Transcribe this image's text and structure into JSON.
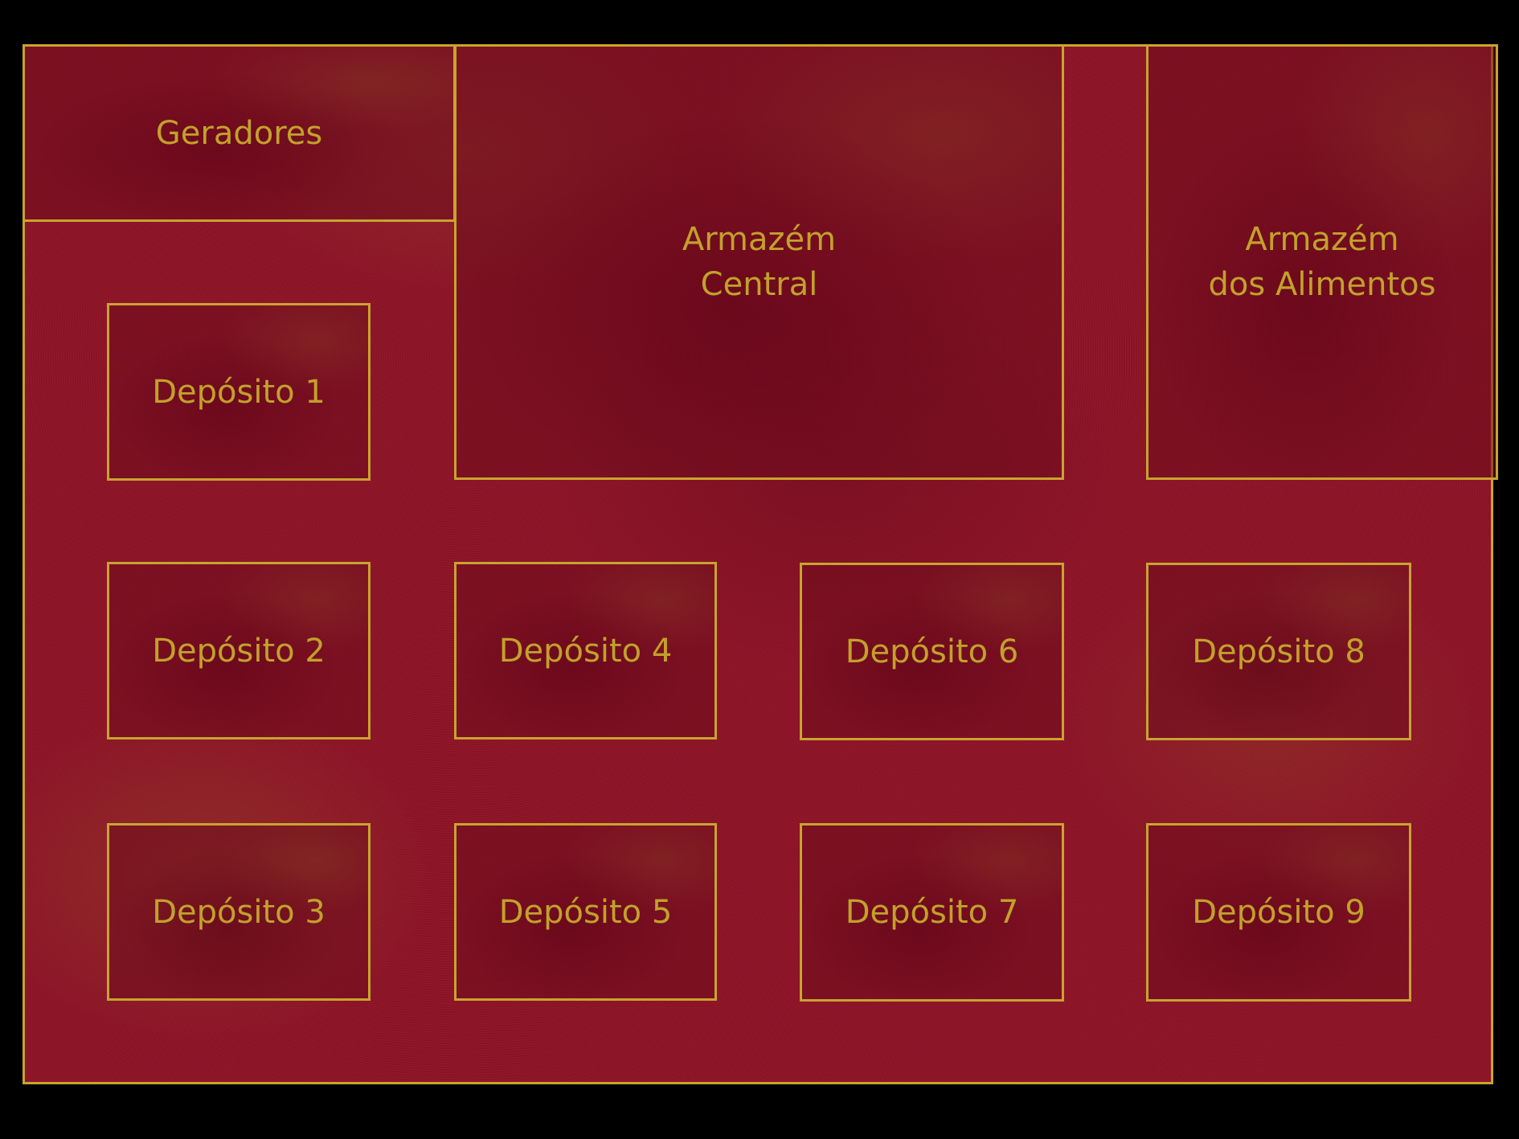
{
  "rooms": {
    "geradores": "Geradores",
    "armazem_central": "Armazém\nCentral",
    "armazem_alimentos": "Armazém\ndos Alimentos",
    "deposito_1": "Depósito 1",
    "deposito_2": "Depósito 2",
    "deposito_3": "Depósito 3",
    "deposito_4": "Depósito 4",
    "deposito_5": "Depósito 5",
    "deposito_6": "Depósito 6",
    "deposito_7": "Depósito 7",
    "deposito_8": "Depósito 8",
    "deposito_9": "Depósito 9"
  },
  "colors": {
    "background": "#000000",
    "board": "#8e1427",
    "gold": "#c9a32f",
    "text": "#c2a12b"
  }
}
